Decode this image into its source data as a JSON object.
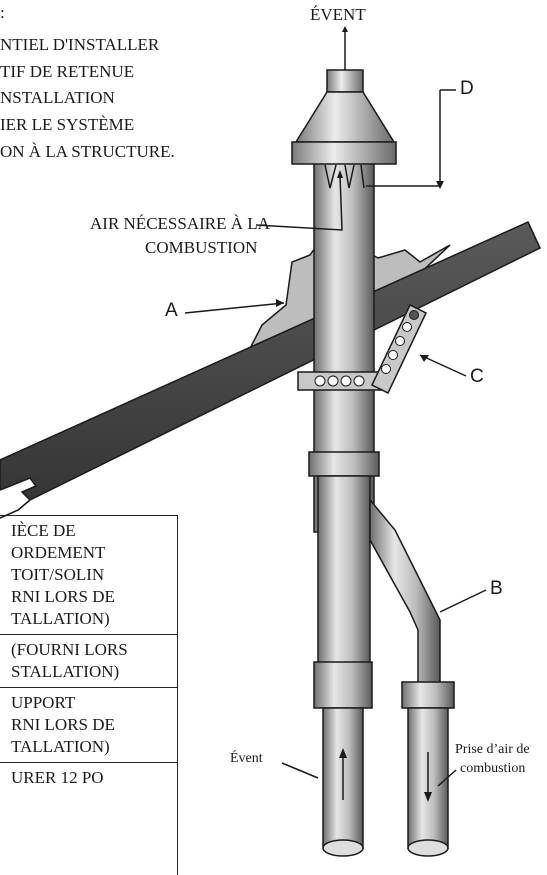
{
  "note": {
    "line1": ":",
    "line2": "NTIEL D'INSTALLER",
    "line3": "TIF DE RETENUE",
    "line4": "NSTALLATION",
    "line5": "IER LE SYSTÈME",
    "line6": "ON À LA STRUCTURE."
  },
  "labels": {
    "vent_top": "ÉVENT",
    "air_line1": "AIR NÉCESSAIRE À LA",
    "air_line2": "COMBUSTION",
    "vent_bottom": "Évent",
    "intake_line1": "Prise d’air de",
    "intake_line2": "combustion",
    "ref_a": "A",
    "ref_b": "B",
    "ref_c": "C",
    "ref_d": "D"
  },
  "legend": {
    "row1": [
      "IÈCE DE",
      "ORDEMENT",
      "TOIT/SOLIN",
      "RNI LORS DE",
      "TALLATION)"
    ],
    "row2": [
      "(FOURNI LORS",
      "STALLATION)"
    ],
    "row3": [
      "UPPORT",
      "RNI LORS DE",
      "TALLATION)"
    ],
    "row4": [
      "URER 12 PO"
    ]
  },
  "colors": {
    "line": "#1a1a1a",
    "pipe_dark": "#6e6e6e",
    "pipe_mid": "#a9a9a9",
    "pipe_light": "#dedede",
    "roof": "#4a4a4a",
    "flashing": "#bdbdbd"
  }
}
